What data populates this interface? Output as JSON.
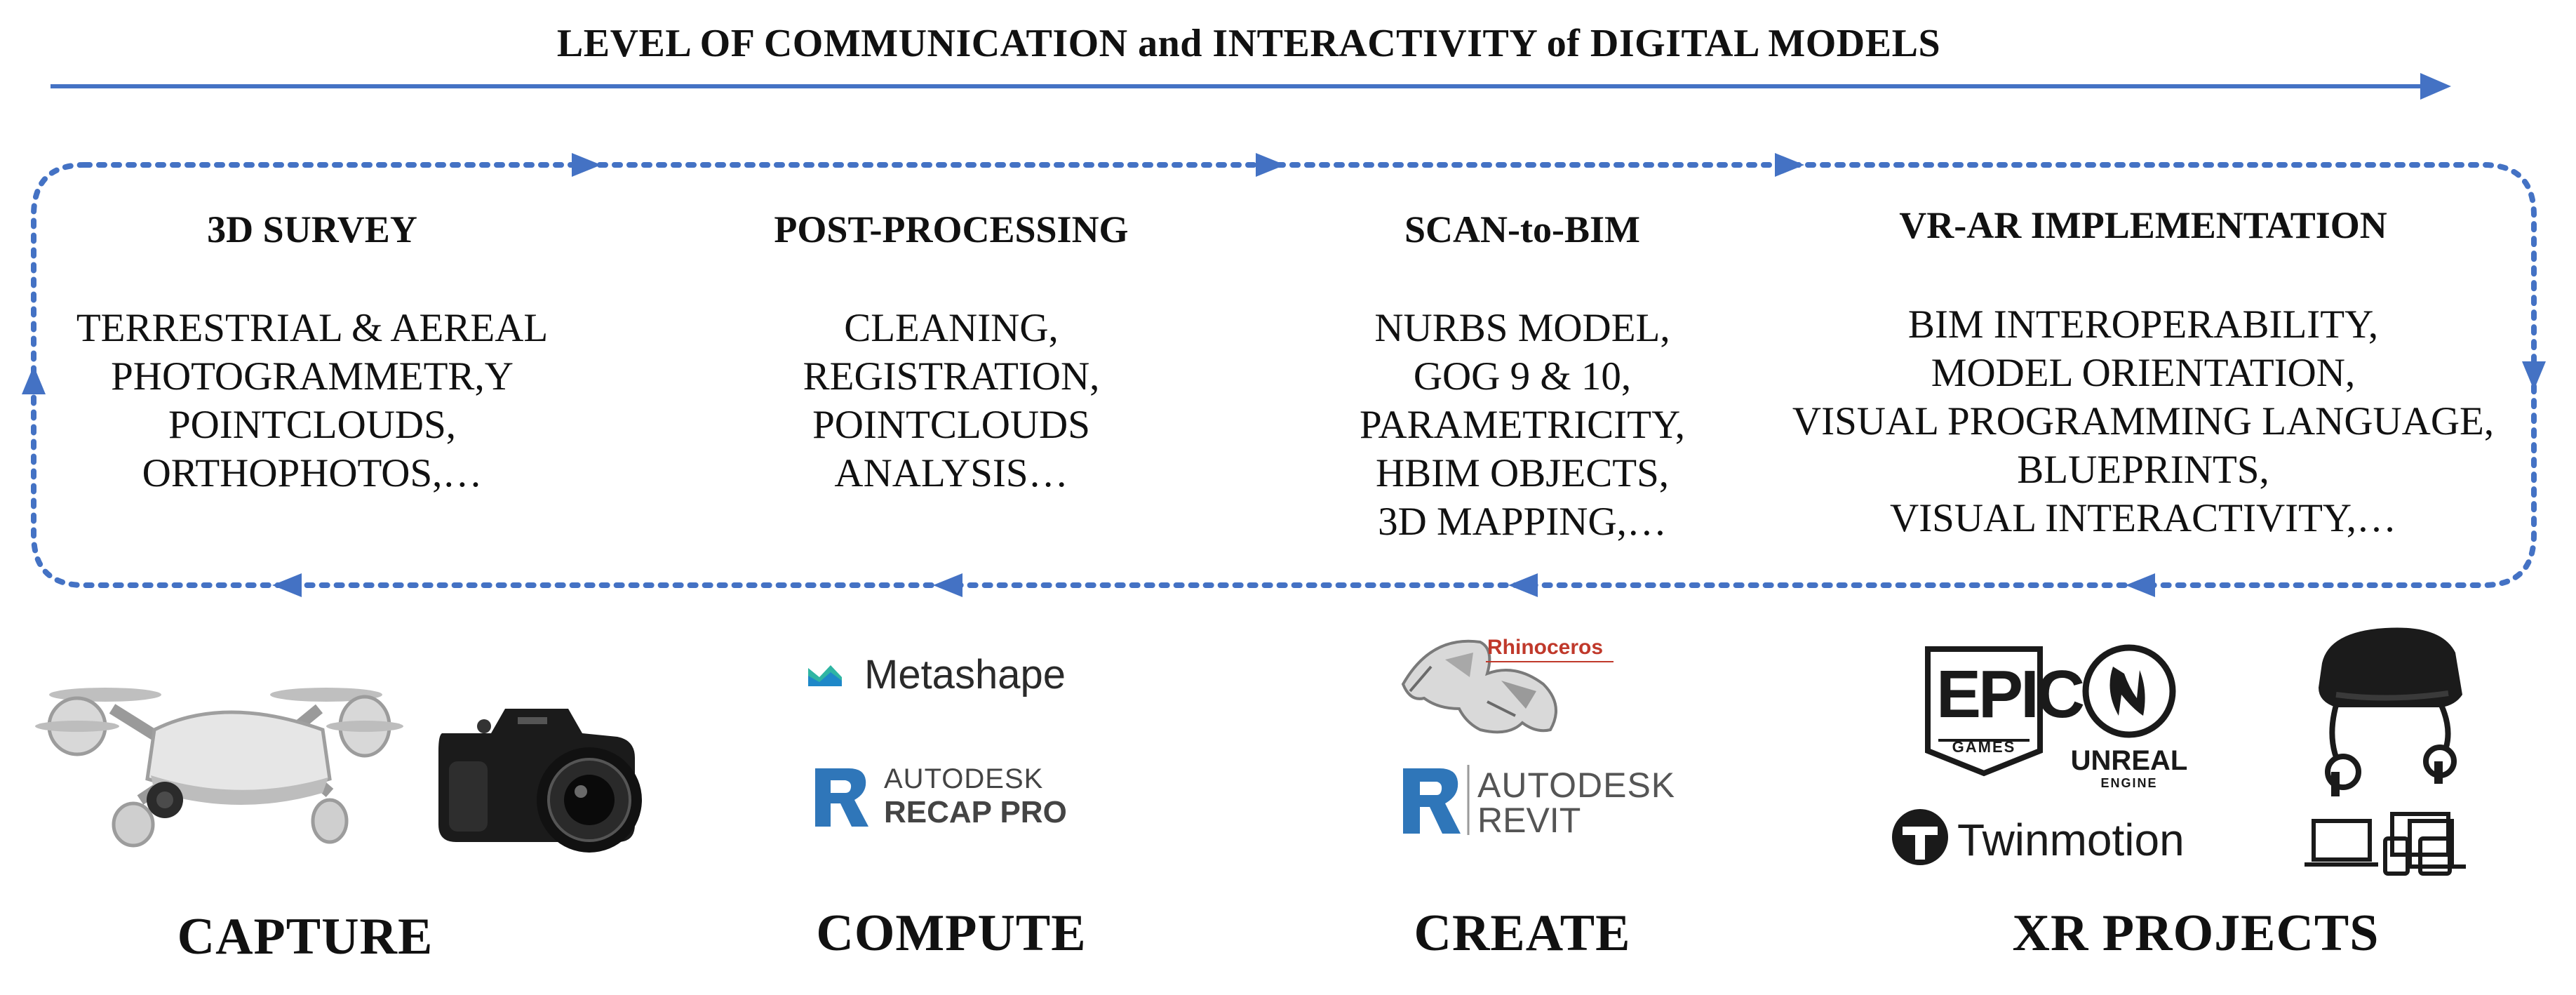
{
  "header": {
    "title": "LEVEL OF COMMUNICATION and INTERACTIVITY of DIGITAL MODELS"
  },
  "colors": {
    "accent": "#4472c4",
    "text": "#111111"
  },
  "stages": [
    {
      "title": "3D SURVEY",
      "items": [
        "TERRESTRIAL & AEREAL",
        "PHOTOGRAMMETR,Y",
        "POINTCLOUDS,",
        "ORTHOPHOTOS,…"
      ]
    },
    {
      "title": "POST-PROCESSING",
      "items": [
        "CLEANING,",
        "REGISTRATION,",
        "POINTCLOUDS",
        "ANALYSIS…"
      ]
    },
    {
      "title": "SCAN-to-BIM",
      "items": [
        "NURBS MODEL,",
        "GOG 9 & 10,",
        "PARAMETRICITY,",
        "HBIM OBJECTS,",
        "3D MAPPING,…"
      ]
    },
    {
      "title": "VR-AR IMPLEMENTATION",
      "items": [
        "BIM INTEROPERABILITY,",
        "MODEL ORIENTATION,",
        "VISUAL PROGRAMMING LANGUAGE,",
        "BLUEPRINTS,",
        "VISUAL INTERACTIVITY,…"
      ]
    }
  ],
  "categories": [
    "CAPTURE",
    "COMPUTE",
    "CREATE",
    "XR PROJECTS"
  ],
  "logos": {
    "metashape": "Metashape",
    "recap_line1": "AUTODESK",
    "recap_line2": "RECAP PRO",
    "rhino": "Rhinoceros",
    "revit_line1": "AUTODESK",
    "revit_line2": "REVIT",
    "epic_line1": "EPIC",
    "epic_line2": "GAMES",
    "unreal_line1": "UNREAL",
    "unreal_line2": "ENGINE",
    "twinmotion": "Twinmotion"
  },
  "icons": [
    "drone-icon",
    "camera-icon",
    "metashape-logo-icon",
    "recap-logo-icon",
    "rhino-logo-icon",
    "revit-logo-icon",
    "epic-games-logo-icon",
    "unreal-logo-icon",
    "twinmotion-logo-icon",
    "vr-headset-icon",
    "devices-icon"
  ]
}
